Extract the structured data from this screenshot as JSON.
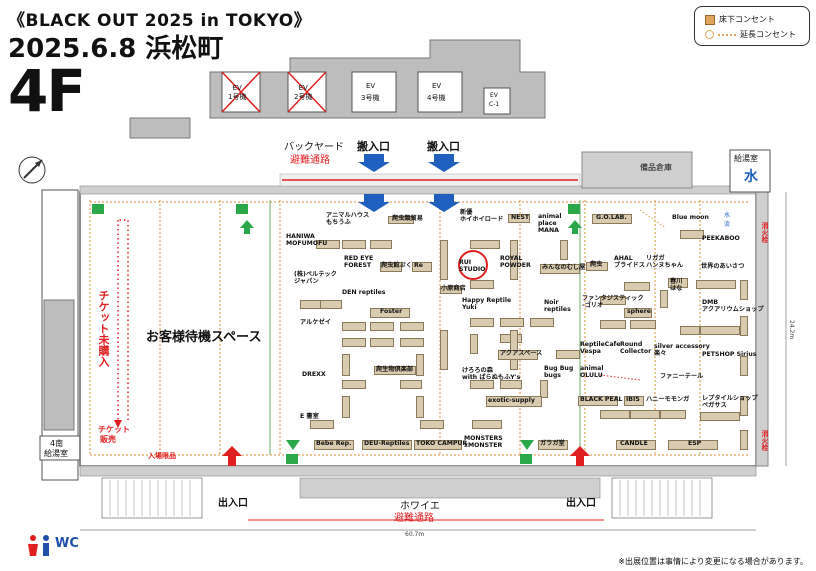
{
  "header": {
    "event_title": "《BLACK OUT 2025 in TOKYO》",
    "date_place": "2025.6.8 浜松町",
    "floor": "4F"
  },
  "legend": {
    "floor_outlet": "床下コンセント",
    "extension_outlet": "延長コンセント"
  },
  "rooms": {
    "ev1": "EV\n1号機",
    "ev2": "EV\n2号機",
    "ev3_line1": "EV",
    "ev3_line2": "3号機",
    "ev4_line1": "EV",
    "ev4_line2": "4号機",
    "evc_line1": "EV",
    "evc_line2": "C-1",
    "backyard": "バックヤード",
    "backyard_route": "避難通路",
    "load_in_1": "搬入口",
    "load_in_2": "搬入口",
    "storage": "備品倉庫",
    "kitchen": "給湯室",
    "water": "水",
    "kitchen_4s_line1": "4南",
    "kitchen_4s_line2": "給湯室",
    "waiting_area": "お客様待機スペース",
    "ticket_entry": "チケット未購入",
    "ticket_sales_line1": "チケット",
    "ticket_sales_line2": "販売",
    "ticket_desk": "入場限品",
    "foyer": "ホワイエ",
    "foyer_route": "避難通路",
    "exit_left": "出入口",
    "exit_right": "出入口",
    "hydrant_1": "消火栓",
    "hydrant_2": "消火栓",
    "width_dim": "60.7m",
    "height_dim": "24.2m",
    "hoses": "水\n流"
  },
  "booths": [
    {
      "id": "animal-house",
      "label": "アニマルハウス\nもちうふ"
    },
    {
      "id": "kokusai",
      "label": "爬虫類貿易"
    },
    {
      "id": "shinsei",
      "label": "新優\nホイホイロード"
    },
    {
      "id": "nest",
      "label": "NEST"
    },
    {
      "id": "animal-place-mana",
      "label": "animal\nplace\nMANA"
    },
    {
      "id": "golab",
      "label": "G.O.LAB."
    },
    {
      "id": "blue-moon",
      "label": "Blue moon"
    },
    {
      "id": "peekaboo",
      "label": "PEEKABOO"
    },
    {
      "id": "haniwa",
      "label": "HANIWA\nMOFUMOFU"
    },
    {
      "id": "red-eye",
      "label": "RED EYE\nFOREST"
    },
    {
      "id": "kaisei",
      "label": "爬虫館ぷく"
    },
    {
      "id": "re",
      "label": "Re"
    },
    {
      "id": "rui-studio",
      "label": "RUI\nSTUDIO"
    },
    {
      "id": "royal-powder",
      "label": "ROYAL\nPOWDER"
    },
    {
      "id": "minna",
      "label": "みんなのむし屋"
    },
    {
      "id": "reptiles-shop",
      "label": "爬虫"
    },
    {
      "id": "ahal",
      "label": "AHAL\nブライドス"
    },
    {
      "id": "rigaga",
      "label": "リガガ\nハンヌちゃん"
    },
    {
      "id": "sekai",
      "label": "世界のあいさつ"
    },
    {
      "id": "pelletec",
      "label": "(株)ベルテック\nジャパン"
    },
    {
      "id": "den-reptiles",
      "label": "DEN reptiles"
    },
    {
      "id": "kohara",
      "label": "小原商店"
    },
    {
      "id": "happy-reptile-yuki",
      "label": "Happy Reptile\nYuki"
    },
    {
      "id": "noir",
      "label": "Noir\nreptiles"
    },
    {
      "id": "fantasista",
      "label": "ファンタジスティック\n-ゴリオ"
    },
    {
      "id": "sphere",
      "label": "sphere"
    },
    {
      "id": "toyokawa",
      "label": "春川\nはな"
    },
    {
      "id": "aruke",
      "label": "アルケゼイ"
    },
    {
      "id": "foster",
      "label": "Foster"
    },
    {
      "id": "dmb",
      "label": "DMB\nアクアリウムショップ"
    },
    {
      "id": "reptile-cafe",
      "label": "ReptileCafe\nVespa"
    },
    {
      "id": "round-collector",
      "label": "Round\nCollector"
    },
    {
      "id": "silver",
      "label": "silver accessory\n楽々"
    },
    {
      "id": "petshop-sirius",
      "label": "PETSHOP Sirius"
    },
    {
      "id": "aqua",
      "label": "アクアスペース"
    },
    {
      "id": "drexx",
      "label": "DREXX"
    },
    {
      "id": "kinreifu",
      "label": "爬生物倶楽部"
    },
    {
      "id": "kerokero",
      "label": "けろろの森\nwith ぱらぬもふY's"
    },
    {
      "id": "bug-bug",
      "label": "Bug Bug\nbugs"
    },
    {
      "id": "animal-olulu",
      "label": "animal\nOLULU"
    },
    {
      "id": "funny-tail",
      "label": "ファニーテール"
    },
    {
      "id": "exotic",
      "label": "exotic-supply"
    },
    {
      "id": "black-pearl",
      "label": "BLACK PEAL"
    },
    {
      "id": "ibis",
      "label": "IBIS"
    },
    {
      "id": "honey",
      "label": "ハニーモモンガ"
    },
    {
      "id": "leopard",
      "label": "レプタイルショップ\nペガサス"
    },
    {
      "id": "e-kaizoku",
      "label": "E 書室"
    },
    {
      "id": "bebe-rep",
      "label": "Bebe Rep."
    },
    {
      "id": "deu",
      "label": "DEU-Reptiles"
    },
    {
      "id": "toko",
      "label": "TOKO CAMPUR"
    },
    {
      "id": "monsters",
      "label": "MONSTERS\nxMONSTER"
    },
    {
      "id": "garagara",
      "label": "ガラガ堂"
    },
    {
      "id": "candle",
      "label": "CANDLE"
    },
    {
      "id": "esp",
      "label": "ESP"
    }
  ],
  "icons": {
    "compass": "compass-icon",
    "wc": "WC"
  },
  "footnote": "※出展位置は事情により変更になる場合があります。",
  "colors": {
    "booth": "#d9cbb0",
    "outlet": "#e0a55c",
    "arrow_blue": "#1f5fbf",
    "arrow_green": "#2aa84a",
    "arrow_red": "#e02020",
    "wall": "#b8b8b8"
  }
}
